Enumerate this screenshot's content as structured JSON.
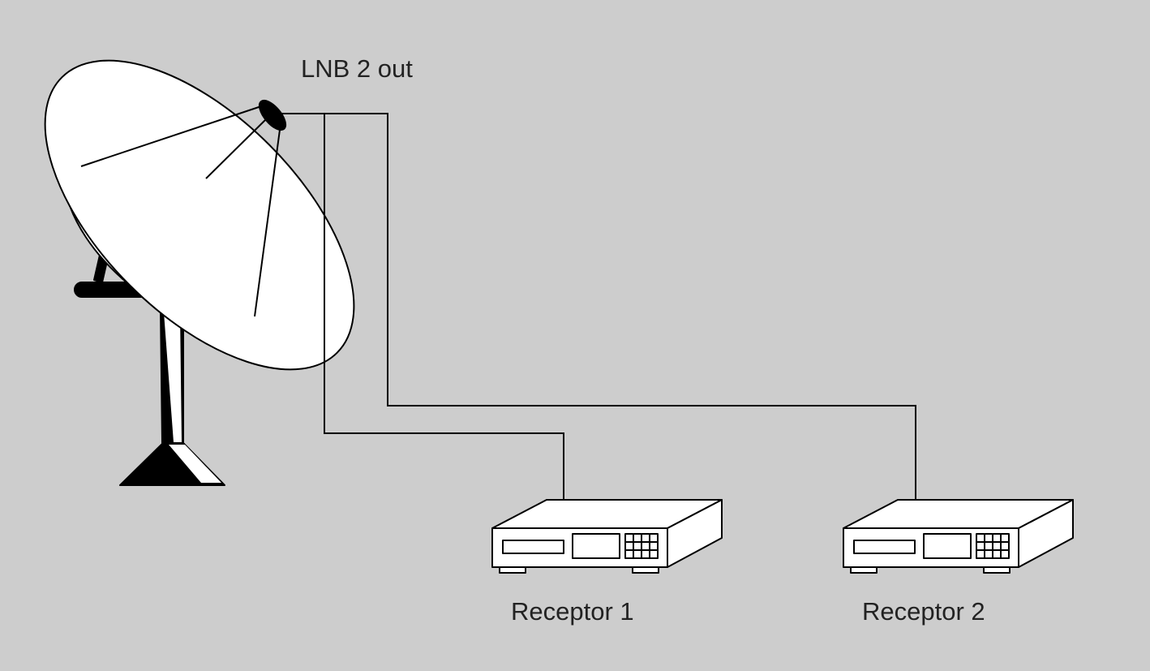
{
  "labels": {
    "lnb": "LNB 2 out",
    "receiver1": "Receptor 1",
    "receiver2": "Receptor 2"
  },
  "colors": {
    "background": "#cdcdcd",
    "stroke": "#000000",
    "fill": "#ffffff",
    "text": "#222222"
  },
  "icons": [
    "satellite-dish-icon",
    "lnb-icon",
    "receiver-icon"
  ]
}
